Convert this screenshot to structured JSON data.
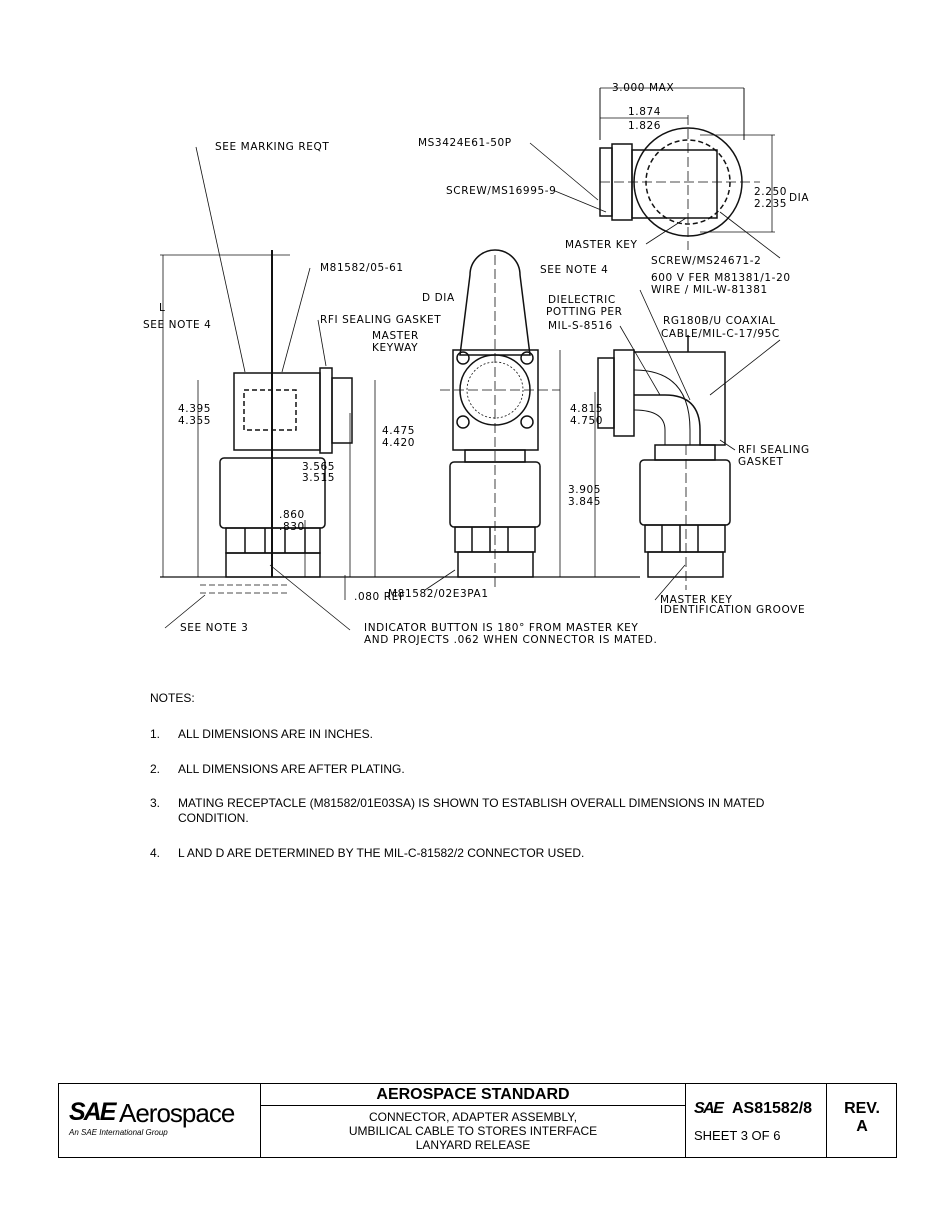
{
  "drawing": {
    "labels": {
      "max_width": "3.000 MAX",
      "dim_1874": "1.874",
      "dim_1826": "1.826",
      "ms3424": "MS3424E61-50P",
      "marking": "SEE MARKING REQT",
      "screw1": "SCREW/MS16995-9",
      "dia_2250": "2.250",
      "dia_2235": "2.235",
      "dia": "DIA",
      "master_key": "MASTER KEY",
      "screw2": "SCREW/MS24671-2",
      "wire1": "600 V FER M81381/1-20",
      "wire2": "WIRE / MIL-W-81381",
      "l": "L",
      "see_note4_left": "SEE NOTE 4",
      "m81582_05": "M81582/05-61",
      "see_note4_mid": "SEE NOTE 4",
      "d_dia": "D DIA",
      "dielectric1": "DIELECTRIC",
      "dielectric2": "POTTING PER",
      "dielectric3": "MIL-S-8516",
      "rfi_left": "RFI SEALING GASKET",
      "coax1": "RG180B/U COAXIAL",
      "coax2": "CABLE/MIL-C-17/95C",
      "keyway1": "MASTER",
      "keyway2": "KEYWAY",
      "d4395": "4.395",
      "d4355": "4.355",
      "d4815": "4.815",
      "d4750": "4.750",
      "d4475": "4.475",
      "d4420": "4.420",
      "d3565": "3.565",
      "d3515": "3.515",
      "d3905": "3.905",
      "d3845": "3.845",
      "d860": ".860",
      "d830": ".830",
      "rfi_right1": "RFI SEALING",
      "rfi_right2": "GASKET",
      "ref080": ".080 REF",
      "m81582_02": "M81582/02E3PA1",
      "groove1": "MASTER KEY",
      "groove2": "IDENTIFICATION GROOVE",
      "see_note3": "SEE NOTE 3",
      "indicator1": "INDICATOR BUTTON IS 180° FROM MASTER KEY",
      "indicator2": "AND PROJECTS .062 WHEN CONNECTOR IS MATED."
    }
  },
  "notes": {
    "heading": "NOTES:",
    "items": [
      {
        "num": "1.",
        "text": "ALL DIMENSIONS ARE IN INCHES."
      },
      {
        "num": "2.",
        "text": "ALL DIMENSIONS ARE AFTER PLATING."
      },
      {
        "num": "3.",
        "text": "MATING RECEPTACLE (M81582/01E03SA) IS SHOWN TO ESTABLISH OVERALL DIMENSIONS IN MATED CONDITION."
      },
      {
        "num": "4.",
        "text": "L AND D ARE DETERMINED BY THE MIL-C-81582/2 CONNECTOR USED."
      }
    ]
  },
  "title_block": {
    "logo_sae": "SAE",
    "logo_word": "Aerospace",
    "logo_tagline": "An SAE International Group",
    "heading": "AEROSPACE STANDARD",
    "title_lines": [
      "CONNECTOR, ADAPTER ASSEMBLY,",
      "UMBILICAL CABLE TO STORES INTERFACE",
      "LANYARD RELEASE"
    ],
    "doc_sae": "SAE",
    "doc_number": "AS81582/8",
    "sheet": "SHEET 3 OF 6",
    "rev_label": "REV.",
    "rev_value": "A"
  }
}
